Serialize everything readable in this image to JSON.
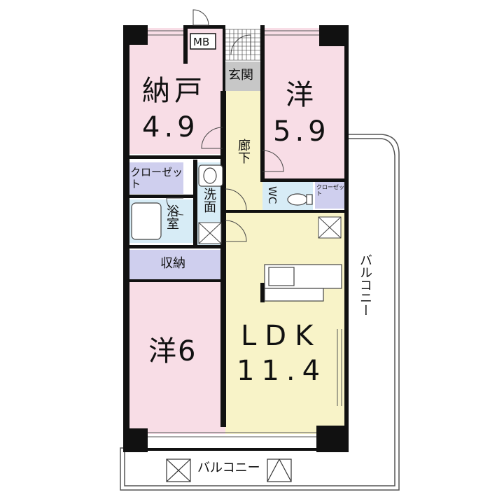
{
  "rooms": {
    "storage_room": {
      "name": "納戸",
      "size": "4.9"
    },
    "western_ne": {
      "name": "洋",
      "size": "5.9"
    },
    "western_sw": {
      "name": "洋6"
    },
    "ldk": {
      "name": "LDK",
      "size": "11.4"
    }
  },
  "labels": {
    "entrance": "玄関",
    "hallway": "廊下",
    "closet_left": "クローゼット",
    "closet_small": "クローゼット",
    "washroom": "洗面",
    "bath": "浴室",
    "storage": "収納",
    "wc": "WC",
    "meter_box": "MB",
    "balcony_side": "バルコニー",
    "balcony_bottom": "バルコニー"
  },
  "colors": {
    "bedroom": "#f8dde6",
    "ldk": "#f8f3c8",
    "closet": "#cfcfee",
    "wet_area": "#d7ecf6",
    "entrance": "#c7c7c7",
    "wall": "#111111"
  }
}
